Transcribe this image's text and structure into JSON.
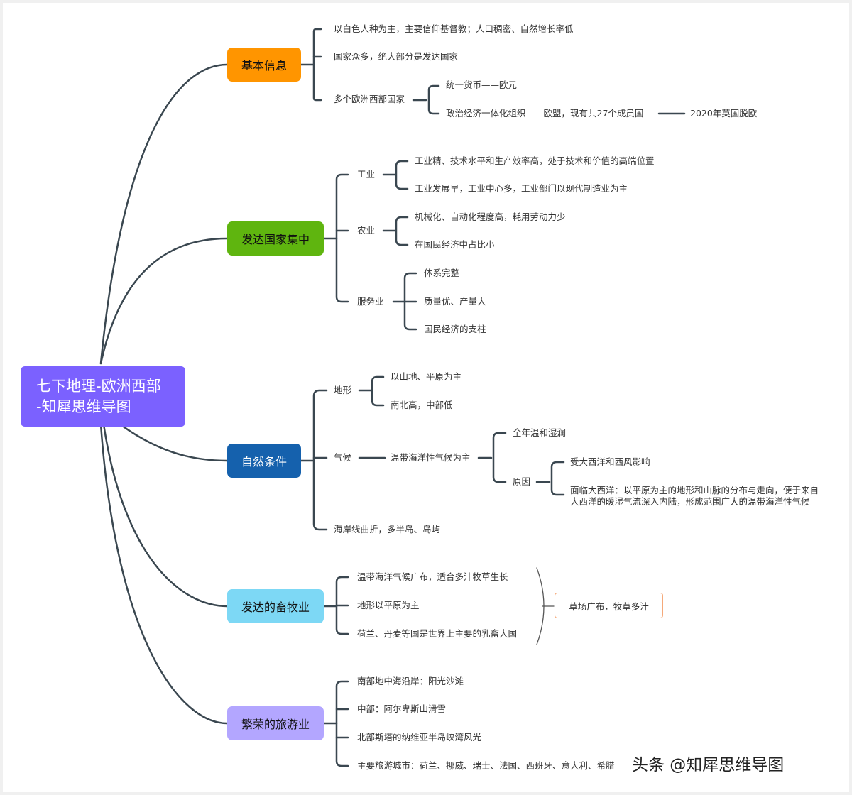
{
  "root": {
    "line1": "七下地理-欧洲西部",
    "line2": "-知犀思维导图"
  },
  "colors": {
    "root": "#7b61ff",
    "basic": "#ff9500",
    "developed": "#5fb50f",
    "natural": "#1561ad",
    "livestock": "#7dd8f5",
    "tourism": "#b3a6ff",
    "summary_border": "#f5a97a",
    "line": "#3a4750"
  },
  "branches": {
    "basic": {
      "label": "基本信息",
      "items": [
        "以白色人种为主，主要信仰基督教；人口稠密、自然增长率低",
        "国家众多，绝大部分是发达国家",
        "多个欧洲西部国家"
      ],
      "west_sub": [
        "统一货币——欧元",
        "政治经济一体化组织——欧盟，现有共27个成员国"
      ],
      "brexit": "2020年英国脱欧"
    },
    "developed": {
      "label": "发达国家集中",
      "industry": {
        "label": "工业",
        "items": [
          "工业精、技术水平和生产效率高，处于技术和价值的高端位置",
          "工业发展早，工业中心多，工业部门以现代制造业为主"
        ]
      },
      "agriculture": {
        "label": "农业",
        "items": [
          "机械化、自动化程度高，耗用劳动力少",
          "在国民经济中占比小"
        ]
      },
      "service": {
        "label": "服务业",
        "items": [
          "体系完整",
          "质量优、产量大",
          "国民经济的支柱"
        ]
      }
    },
    "natural": {
      "label": "自然条件",
      "terrain": {
        "label": "地形",
        "items": [
          "以山地、平原为主",
          "南北高，中部低"
        ]
      },
      "climate": {
        "label": "气候",
        "type": "温带海洋性气候为主",
        "feature": "全年温和湿润",
        "reason_label": "原因",
        "reasons": [
          "受大西洋和西风影响",
          "面临大西洋：以平原为主的地形和山脉的分布与走向，便于来自",
          "大西洋的暖湿气流深入内陆，形成范围广大的温带海洋性气候"
        ]
      },
      "coast": "海岸线曲折，多半岛、岛屿"
    },
    "livestock": {
      "label": "发达的畜牧业",
      "items": [
        "温带海洋气候广布，适合多汁牧草生长",
        "地形以平原为主",
        "荷兰、丹麦等国是世界上主要的乳畜大国"
      ],
      "summary": "草场广布，牧草多汁"
    },
    "tourism": {
      "label": "繁荣的旅游业",
      "items": [
        "南部地中海沿岸：阳光沙滩",
        "中部：阿尔卑斯山滑雪",
        "北部斯塔的纳维亚半岛峡湾风光",
        "主要旅游城市：荷兰、挪威、瑞士、法国、西班牙、意大利、希腊"
      ]
    }
  },
  "watermark": "头条 @知犀思维导图"
}
